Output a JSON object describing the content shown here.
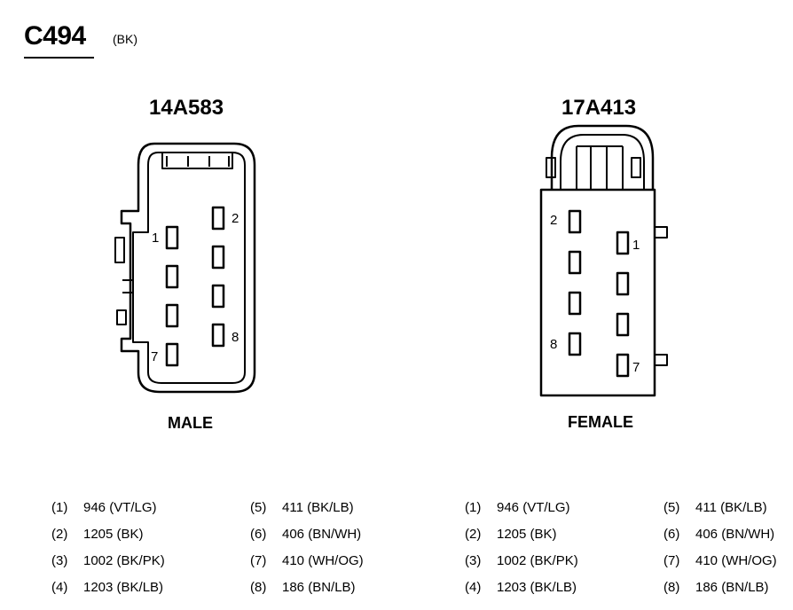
{
  "connector": {
    "id": "C494",
    "color": "(BK)"
  },
  "male": {
    "part_number": "14A583",
    "label": "MALE",
    "pin_labels": [
      "1",
      "2",
      "7",
      "8"
    ]
  },
  "female": {
    "part_number": "17A413",
    "label": "FEMALE",
    "pin_labels": [
      "2",
      "1",
      "8",
      "7"
    ]
  },
  "legend_left": [
    {
      "num": "(1)",
      "val": "946 (VT/LG)"
    },
    {
      "num": "(2)",
      "val": "1205 (BK)"
    },
    {
      "num": "(3)",
      "val": "1002 (BK/PK)"
    },
    {
      "num": "(4)",
      "val": "1203 (BK/LB)"
    },
    {
      "num": "(5)",
      "val": "411 (BK/LB)"
    },
    {
      "num": "(6)",
      "val": "406 (BN/WH)"
    },
    {
      "num": "(7)",
      "val": "410 (WH/OG)"
    },
    {
      "num": "(8)",
      "val": "186 (BN/LB)"
    }
  ],
  "legend_right": [
    {
      "num": "(1)",
      "val": "946 (VT/LG)"
    },
    {
      "num": "(2)",
      "val": "1205 (BK)"
    },
    {
      "num": "(3)",
      "val": "1002 (BK/PK)"
    },
    {
      "num": "(4)",
      "val": "1203 (BK/LB)"
    },
    {
      "num": "(5)",
      "val": "411 (BK/LB)"
    },
    {
      "num": "(6)",
      "val": "406 (BN/WH)"
    },
    {
      "num": "(7)",
      "val": "410 (WH/OG)"
    },
    {
      "num": "(8)",
      "val": "186 (BN/LB)"
    }
  ]
}
